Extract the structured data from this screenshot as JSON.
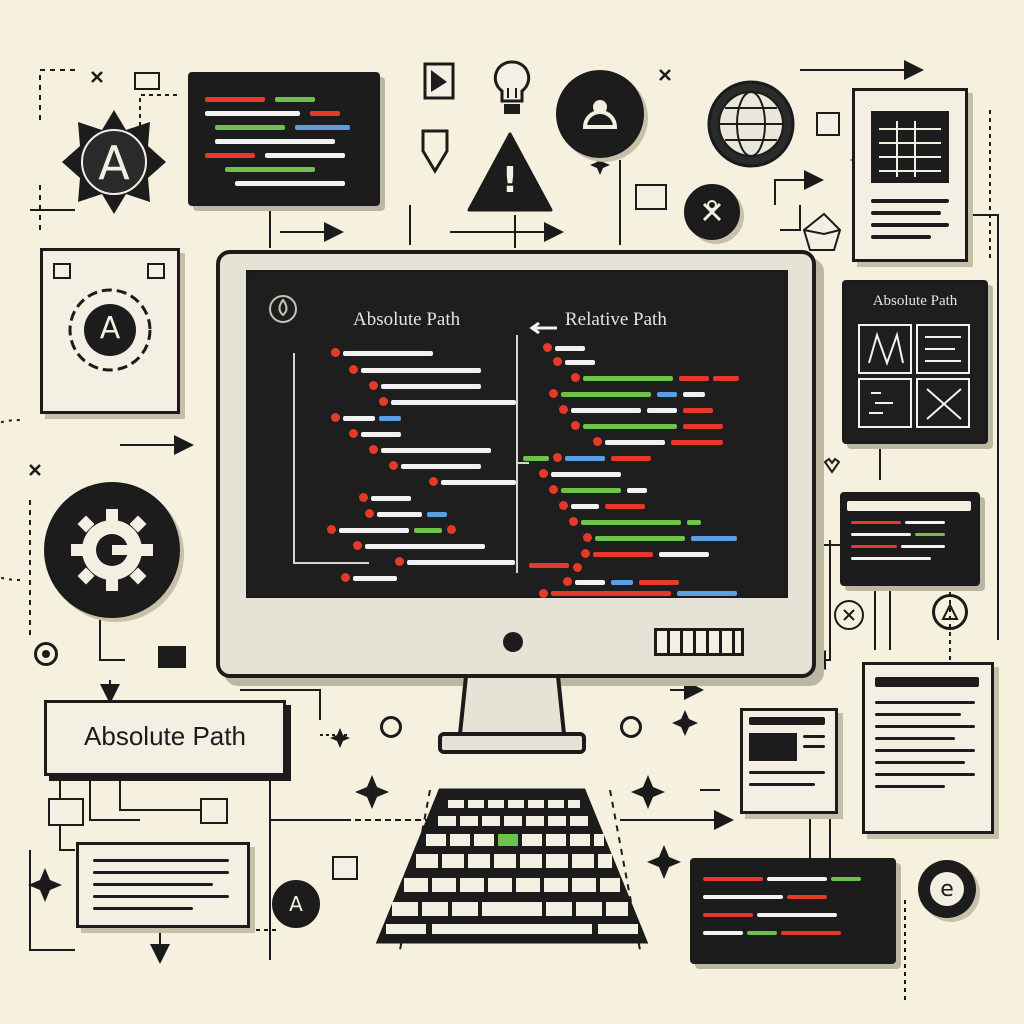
{
  "screen": {
    "left_title": "Absolute Path",
    "right_title": "Relative Path"
  },
  "side_panel": {
    "title": "Absolute Path"
  },
  "bottom_label": {
    "text": "Absolute Path"
  },
  "icons": {
    "badge_letter": "A",
    "doc_badge_letter": "A",
    "small_badge_letter": "A",
    "e_badge_letter": "e",
    "warning_mark": "!"
  },
  "colors": {
    "background": "#f6f1de",
    "ink": "#1b1b1b",
    "screen_bg": "#1e1e1e",
    "code_white": "#f2f2f2",
    "code_red": "#e53a2a",
    "code_green": "#6cc24a",
    "code_blue": "#5a9fe0"
  }
}
